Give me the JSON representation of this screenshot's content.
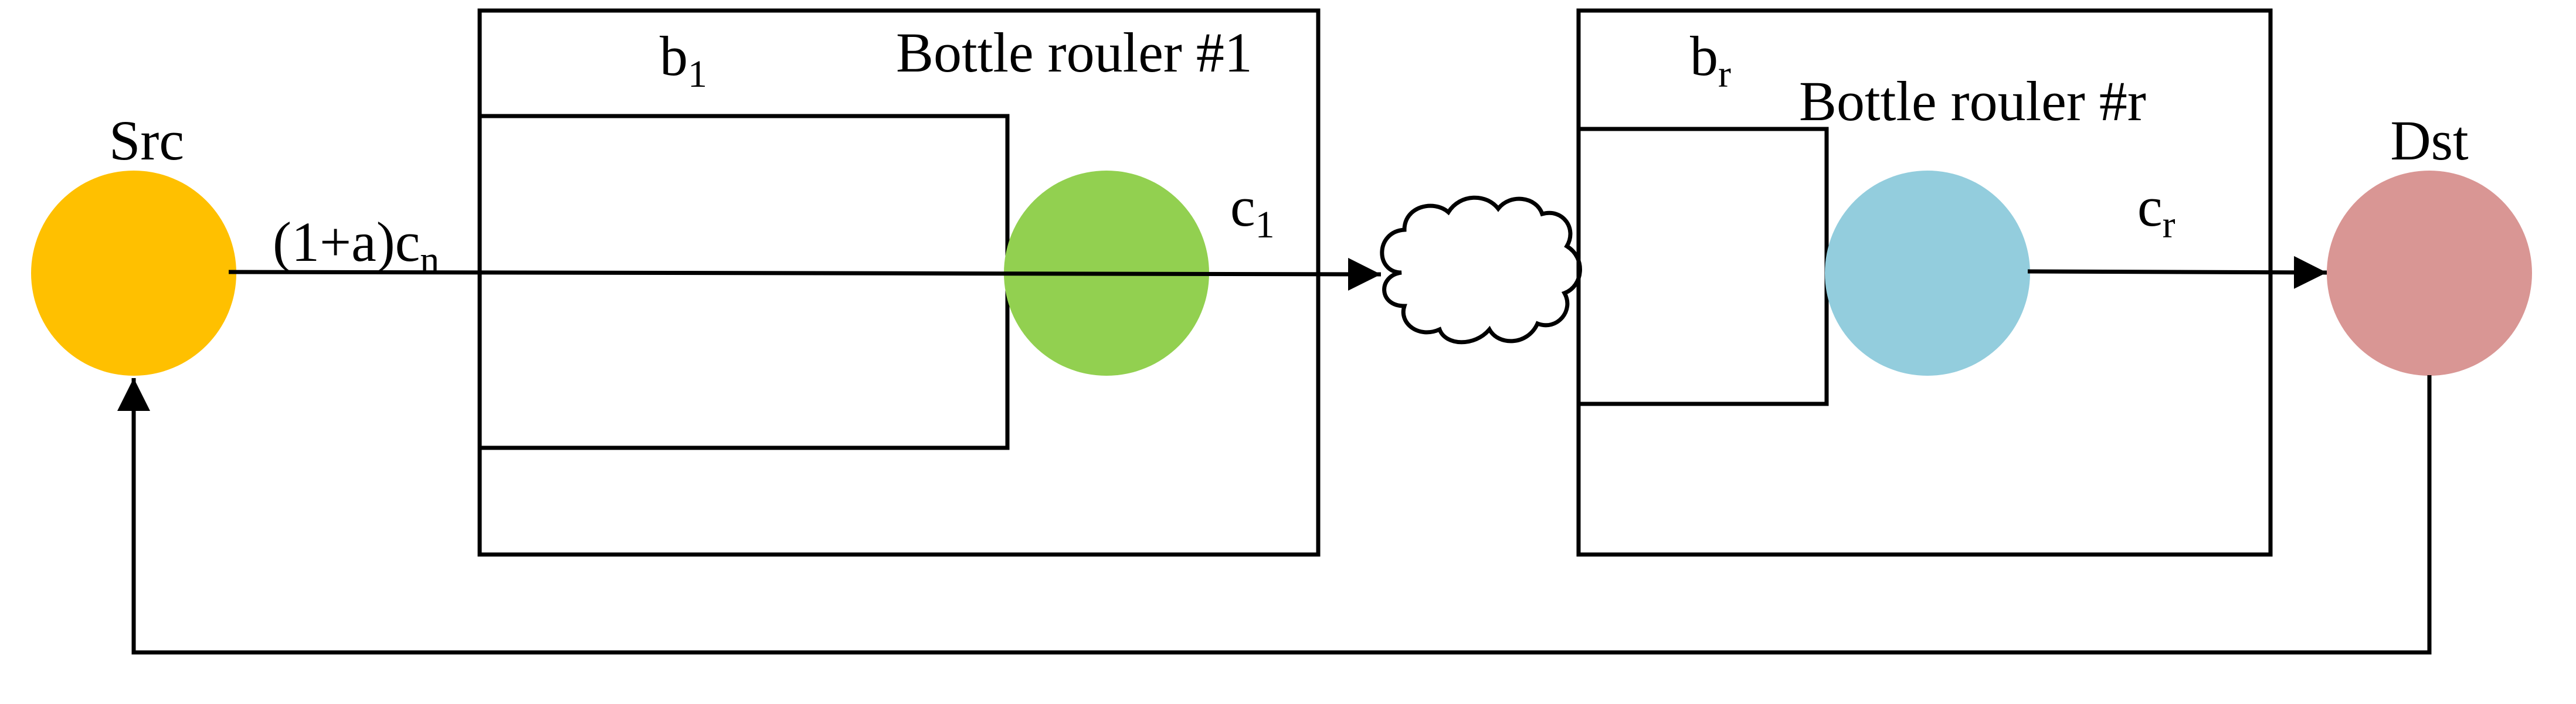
{
  "nodes": {
    "src": {
      "label": "Src",
      "color": "#FFC000"
    },
    "dst": {
      "label": "Dst",
      "color": "#D99694"
    },
    "router1_queue_server": {
      "color": "#92D050"
    },
    "routerr_queue_server": {
      "color": "#93CDDD"
    }
  },
  "router1": {
    "title": "Bottle rouler #1",
    "buffer_base": "b",
    "buffer_sub": "1",
    "capacity_base": "c",
    "capacity_sub": "1"
  },
  "routerr": {
    "title": "Bottle rouler #r",
    "buffer_base": "b",
    "buffer_sub": "r",
    "capacity_base": "c",
    "capacity_sub": "r"
  },
  "source_rate": {
    "base": "(1+a)c",
    "sub": "n"
  },
  "icons": {
    "network": "cloud-icon"
  }
}
